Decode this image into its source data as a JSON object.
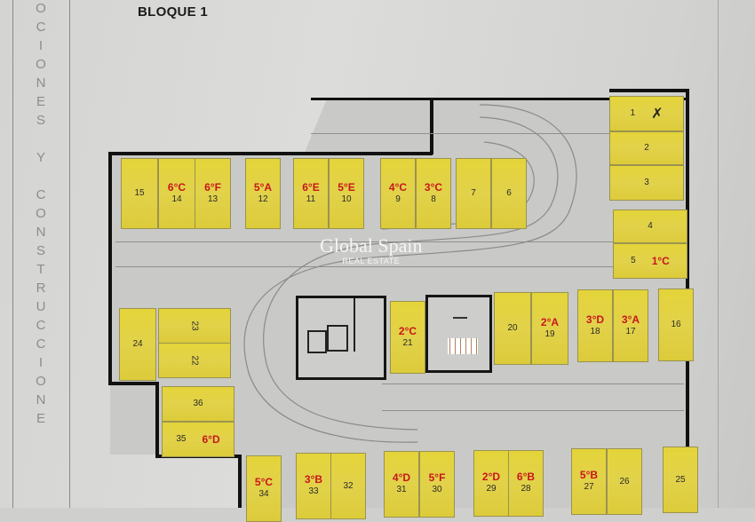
{
  "document": {
    "title": "BLOQUE 1",
    "side_text": [
      "O",
      "C",
      "I",
      "O",
      "N",
      "E",
      "S",
      " ",
      "Y",
      " ",
      "C",
      "O",
      "N",
      "S",
      "T",
      "R",
      "U",
      "C",
      "C",
      "I",
      "O",
      "N",
      "E"
    ],
    "watermark": {
      "main": "Global Spain",
      "sub": "REAL ESTATE"
    }
  },
  "colors": {
    "space_fill": "#e2d24a",
    "owner_label": "#c8161c",
    "wall": "#111111",
    "floor": "#c9c9c7"
  },
  "top_row": [
    {
      "num": "15",
      "owner": ""
    },
    {
      "num": "14",
      "owner": "6°C"
    },
    {
      "num": "13",
      "owner": "6°F"
    },
    {
      "num": "12",
      "owner": "5°A"
    },
    {
      "num": "11",
      "owner": "6°E"
    },
    {
      "num": "10",
      "owner": "5°E"
    },
    {
      "num": "9",
      "owner": "4°C"
    },
    {
      "num": "8",
      "owner": "3°C"
    },
    {
      "num": "7",
      "owner": ""
    },
    {
      "num": "6",
      "owner": ""
    }
  ],
  "right_column": [
    {
      "num": "1",
      "owner": "",
      "mark": "✗"
    },
    {
      "num": "2",
      "owner": ""
    },
    {
      "num": "3",
      "owner": ""
    },
    {
      "num": "4",
      "owner": ""
    },
    {
      "num": "5",
      "owner": "1°C"
    }
  ],
  "middle_row": [
    {
      "num": "21",
      "owner": "2°C"
    },
    {
      "num": "20",
      "owner": ""
    },
    {
      "num": "19",
      "owner": "2°A"
    },
    {
      "num": "18",
      "owner": "3°D"
    },
    {
      "num": "17",
      "owner": "3°A"
    },
    {
      "num": "16",
      "owner": ""
    }
  ],
  "left_block": [
    {
      "num": "24",
      "owner": ""
    },
    {
      "num": "23",
      "owner": ""
    },
    {
      "num": "22",
      "owner": ""
    },
    {
      "num": "36",
      "owner": ""
    },
    {
      "num": "35",
      "owner": "6°D"
    }
  ],
  "bottom_row": [
    {
      "num": "34",
      "owner": "5°C"
    },
    {
      "num": "33",
      "owner": "3°B"
    },
    {
      "num": "32",
      "owner": ""
    },
    {
      "num": "31",
      "owner": "4°D"
    },
    {
      "num": "30",
      "owner": "5°F"
    },
    {
      "num": "29",
      "owner": "2°D"
    },
    {
      "num": "28",
      "owner": "6°B"
    },
    {
      "num": "27",
      "owner": "5°B"
    },
    {
      "num": "26",
      "owner": ""
    },
    {
      "num": "25",
      "owner": ""
    }
  ]
}
